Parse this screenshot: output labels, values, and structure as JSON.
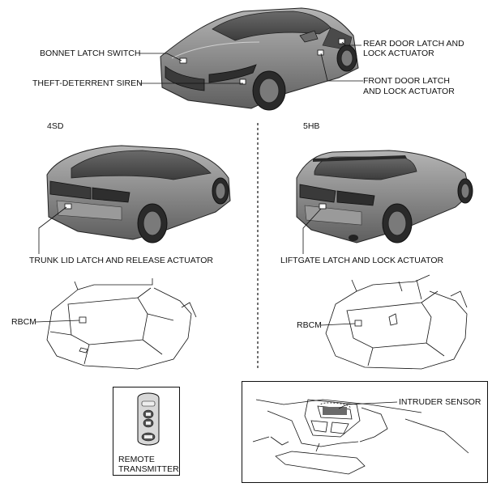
{
  "labels": {
    "bonnet_latch_switch": "BONNET LATCH SWITCH",
    "theft_deterrent_siren": "THEFT-DETERRENT SIREN",
    "rear_door_latch_line1": "REAR DOOR LATCH AND",
    "rear_door_latch_line2": "LOCK ACTUATOR",
    "front_door_latch_line1": "FRONT DOOR LATCH",
    "front_door_latch_line2": "AND LOCK ACTUATOR",
    "variant_4sd": "4SD",
    "variant_5hb": "5HB",
    "trunk_lid_latch": "TRUNK LID LATCH AND RELEASE ACTUATOR",
    "liftgate_latch": "LIFTGATE LATCH AND LOCK ACTUATOR",
    "rbcm_left": "RBCM",
    "rbcm_right": "RBCM",
    "remote_line1": "REMOTE",
    "remote_line2": "TRANSMITTER",
    "intruder_sensor": "INTRUDER SENSOR"
  },
  "colors": {
    "car_body": "#8e8e8e",
    "car_dark": "#4a4a4a",
    "line": "#111111"
  }
}
